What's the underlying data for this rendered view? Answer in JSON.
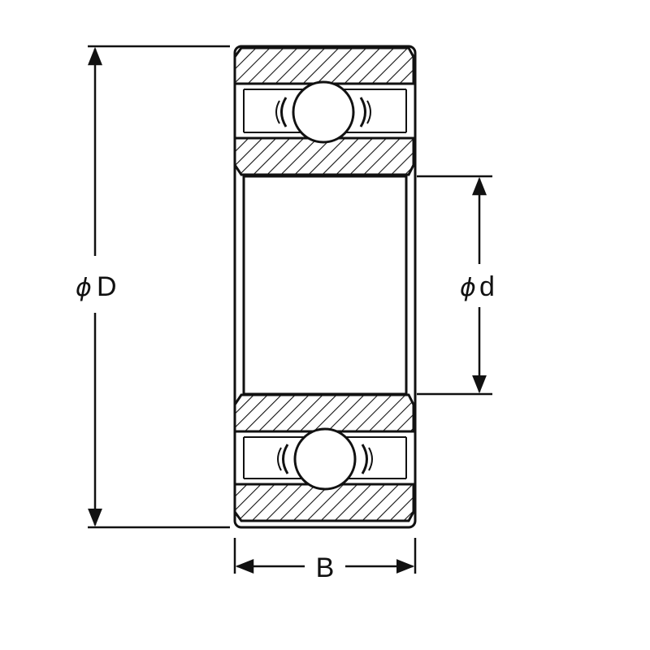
{
  "dimensions": {
    "outer_diameter": {
      "symbol": "ϕ",
      "label": "D"
    },
    "bore_diameter": {
      "symbol": "ϕ",
      "label": "d"
    },
    "width": {
      "label": "B"
    }
  },
  "colors": {
    "line": "#111111",
    "background": "#ffffff"
  }
}
